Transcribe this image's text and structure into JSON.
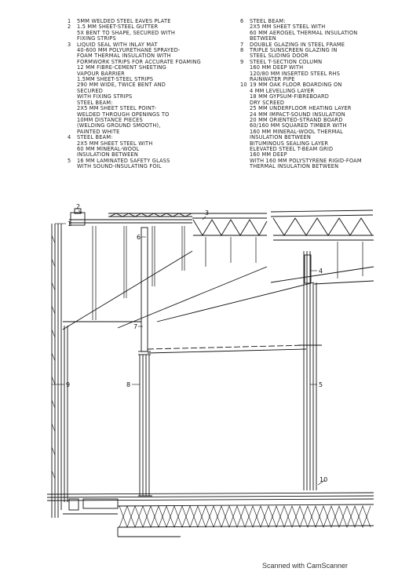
{
  "legend_left": [
    {
      "num": "1",
      "lines": [
        "5mm welded steel eaves plate"
      ]
    },
    {
      "num": "2",
      "lines": [
        "1.5 mm sheet-steel gutter",
        "5x bent to shape, secured with",
        "fixing strips"
      ]
    },
    {
      "num": "3",
      "lines": [
        "liquid seal with inlay mat",
        "40-600 mm polyurethane sprayed-",
        "foam thermal insulation with",
        "formwork strips for accurate foaming",
        "12 mm fibre-cement sheeting",
        "vapour barrier",
        "1.5mm sheet-steel strips",
        "290 mm wide, twice bent and",
        "secured",
        "with fixing strips",
        "steel beam:",
        "2x5 mm sheet steel point-",
        "welded through openings to",
        "10mm distance pieces",
        "(welding ground smooth),",
        "painted white"
      ]
    },
    {
      "num": "4",
      "lines": [
        "steel beam:",
        "2x5 mm sheet steel with",
        "60 mm mineral-wool",
        "insulation between"
      ]
    },
    {
      "num": "5",
      "lines": [
        "16 mm laminated safety glass",
        "with sound-insulating foil"
      ]
    }
  ],
  "legend_right": [
    {
      "num": "6",
      "lines": [
        "steel beam:",
        "2x5 mm sheet steel with",
        "60 mm aerogel thermal insulation",
        "between"
      ]
    },
    {
      "num": "7",
      "lines": [
        "double glazing in steel frame"
      ]
    },
    {
      "num": "8",
      "lines": [
        "triple sunscreen glazing in",
        "steel sliding door"
      ]
    },
    {
      "num": "9",
      "lines": [
        "steel T-section column",
        "160 mm deep with",
        "120/80 mm inserted steel RHS",
        "rainwater pipe"
      ]
    },
    {
      "num": "10",
      "lines": [
        "19 mm oak floor boarding on",
        "4 mm levelling layer",
        "18 mm gypsum-fibreboard",
        "dry screed",
        "25 mm underfloor heating layer",
        "24 mm impact-sound insulation",
        "20 mm oriented-strand board",
        "60/160 mm squared timber with",
        "160 mm mineral-wool thermal",
        "insulation between",
        "bituminous sealing layer",
        "elevated steel T-beam grid",
        "160 mm deep",
        "with 160 mm polystyrene rigid-foam",
        "thermal insulation between"
      ]
    }
  ],
  "callouts": {
    "c1": "1",
    "c2": "2",
    "c3": "3",
    "c4": "4",
    "c5": "5",
    "c6": "6",
    "c7": "7",
    "c8": "8",
    "c9": "9",
    "c10": "10"
  },
  "watermark": "Scanned with CamScanner",
  "colors": {
    "ink": "#111111",
    "paper": "#ffffff",
    "hatch": "#333333"
  }
}
